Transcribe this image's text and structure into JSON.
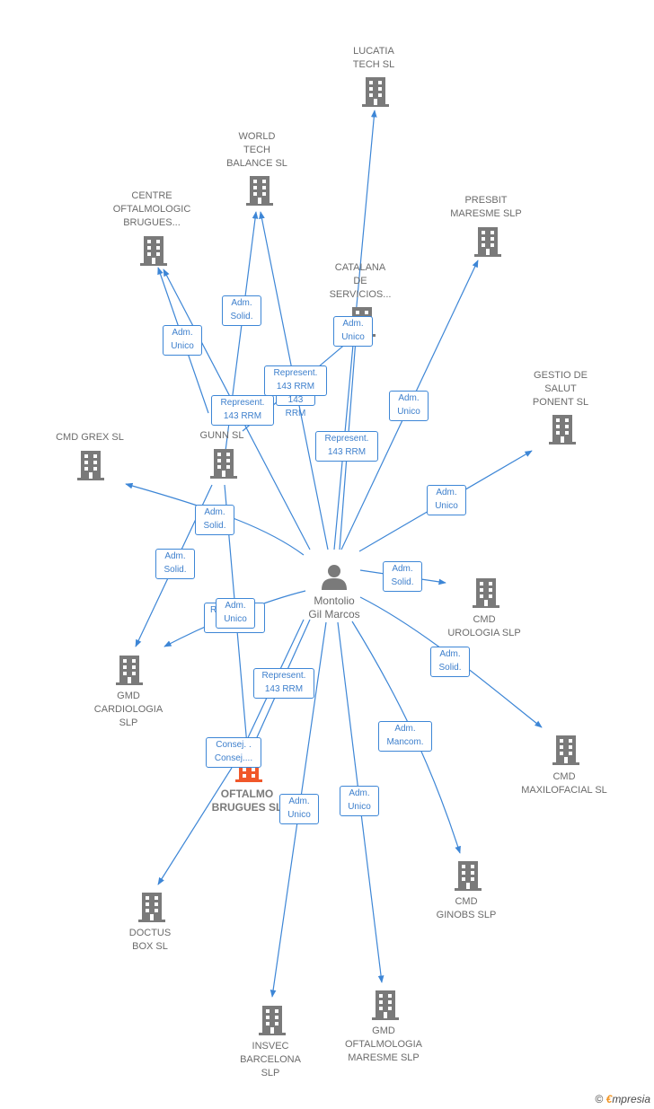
{
  "center": {
    "name": "Montolio\nGil Marcos"
  },
  "companies": {
    "lucatia": "LUCATIA\nTECH  SL",
    "world_tech": "WORLD\nTECH\nBALANCE  SL",
    "centre_oft": "CENTRE\nOFTALMOLOGIC\nBRUGUES...",
    "presbit": "PRESBIT\nMARESME  SLP",
    "catalana": "CATALANA\nDE\nSERVICIOS...",
    "gestio": "GESTIO DE\nSALUT\nPONENT  SL",
    "cmd_grex": "CMD GREX SL",
    "ma_gunn": "MA\nGUNN SL",
    "cmd_urologia": "CMD\nUROLOGIA SLP",
    "gmd_cardiologia": "GMD\nCARDIOLOGIA\nSLP",
    "cmd_maxilofacial": "CMD\nMAXILOFACIAL SL",
    "oftalmo_brugues": "OFTALMO\nBRUGUES  SL",
    "doctus": "DOCTUS\nBOX  SL",
    "cmd_ginobs": "CMD\nGINOBS SLP",
    "insvec": "INSVEC\nBARCELONA\nSLP",
    "gmd_oftalmologia": "GMD\nOFTALMOLOGIA\nMARESME SLP"
  },
  "relations": {
    "r_lucatia": "Represent.\n143 RRM",
    "r_world_a": "Adm.\nSolid.",
    "r_world_b": "Represent.\n143 RRM",
    "r_world_c": "Represent.\n143 RRM",
    "r_centre": "Adm.\nUnico",
    "r_catalana": "Adm.\nUnico",
    "r_presbit": "Adm.\nUnico",
    "r_gestio": "Adm.\nUnico",
    "r_grex": "Adm.\nSolid.",
    "r_cardio_a": "Adm.\nSolid.",
    "r_cardio_b": "Adm.\nUnico",
    "r_cardio_c": "R...",
    "r_urologia": "Adm.\nSolid.",
    "r_maxilo": "Adm.\nSolid.",
    "r_oftalmo_a": "Represent.\n143 RRM",
    "r_oftalmo_b": "Consej. .\nConsej....",
    "r_ginobs": "Adm.\nMancom.",
    "r_insvec": "Adm.\nUnico",
    "r_gmd_oft": "Adm.\nUnico"
  },
  "footer": {
    "copyright": "©",
    "brand_e": "€",
    "brand_rest": "mpresia"
  },
  "colors": {
    "edge": "#3d86d6",
    "node": "#7a7a7a",
    "highlight": "#f0572a"
  }
}
